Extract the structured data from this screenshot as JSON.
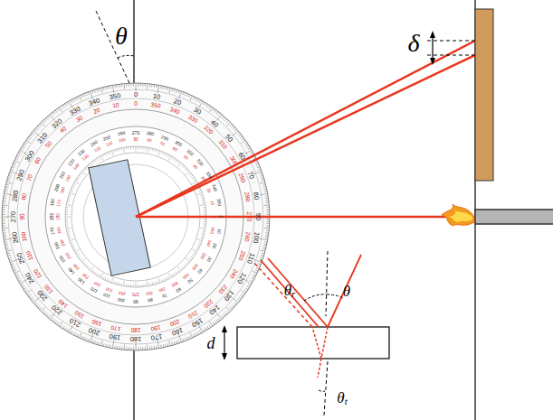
{
  "diagram": {
    "labels": [
      "θ",
      "δ",
      "θr",
      "θ",
      "d",
      "θt",
      "0",
      "10",
      "20",
      "30",
      "40",
      "50",
      "60",
      "70",
      "80",
      "90",
      "100",
      "110",
      "120",
      "130",
      "140",
      "150",
      "160",
      "170",
      "180",
      "190",
      "200",
      "210",
      "220",
      "230",
      "240",
      "250",
      "260",
      "270",
      "280",
      "290",
      "300",
      "310",
      "320",
      "330",
      "340",
      "350",
      "0",
      "10",
      "20",
      "30",
      "40",
      "50",
      "60",
      "70",
      "80",
      "90",
      "100",
      "110",
      "120",
      "130",
      "140",
      "150",
      "160",
      "170",
      "180",
      "190",
      "200",
      "210",
      "220",
      "230",
      "240",
      "250",
      "260",
      "270",
      "280",
      "290",
      "300",
      "310",
      "320",
      "330",
      "340",
      "350",
      "0",
      "10",
      "20",
      "30",
      "40",
      "50",
      "60",
      "70",
      "80",
      "90",
      "100",
      "110",
      "120",
      "130",
      "140",
      "150",
      "160",
      "170",
      "180",
      "190",
      "200",
      "210",
      "220",
      "230",
      "240",
      "250",
      "260",
      "270",
      "280",
      "290",
      "300",
      "310",
      "320",
      "330",
      "340",
      "350",
      "0",
      "10",
      "20",
      "30",
      "40",
      "50",
      "60",
      "70",
      "80",
      "90",
      "100",
      "110",
      "120",
      "130",
      "140",
      "150",
      "160",
      "170",
      "180",
      "190",
      "200",
      "210",
      "220",
      "230",
      "240",
      "250",
      "260",
      "270",
      "280",
      "290",
      "300",
      "310",
      "320",
      "330",
      "340",
      "350"
    ]
  }
}
